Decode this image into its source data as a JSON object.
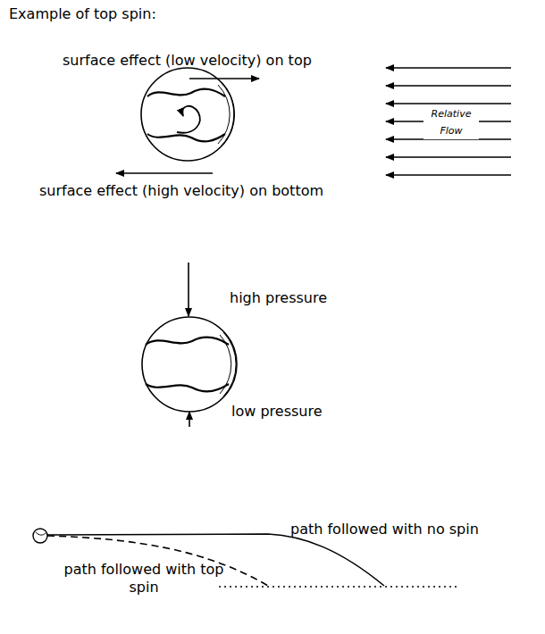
{
  "diagram": {
    "title": "Example of top spin:",
    "labels": [
      "surface effect (low velocity) on top",
      "surface effect (high velocity) on bottom",
      "Relative Flow",
      "high pressure",
      "low pressure",
      "path followed with no spin",
      "path followed with top spin"
    ]
  }
}
